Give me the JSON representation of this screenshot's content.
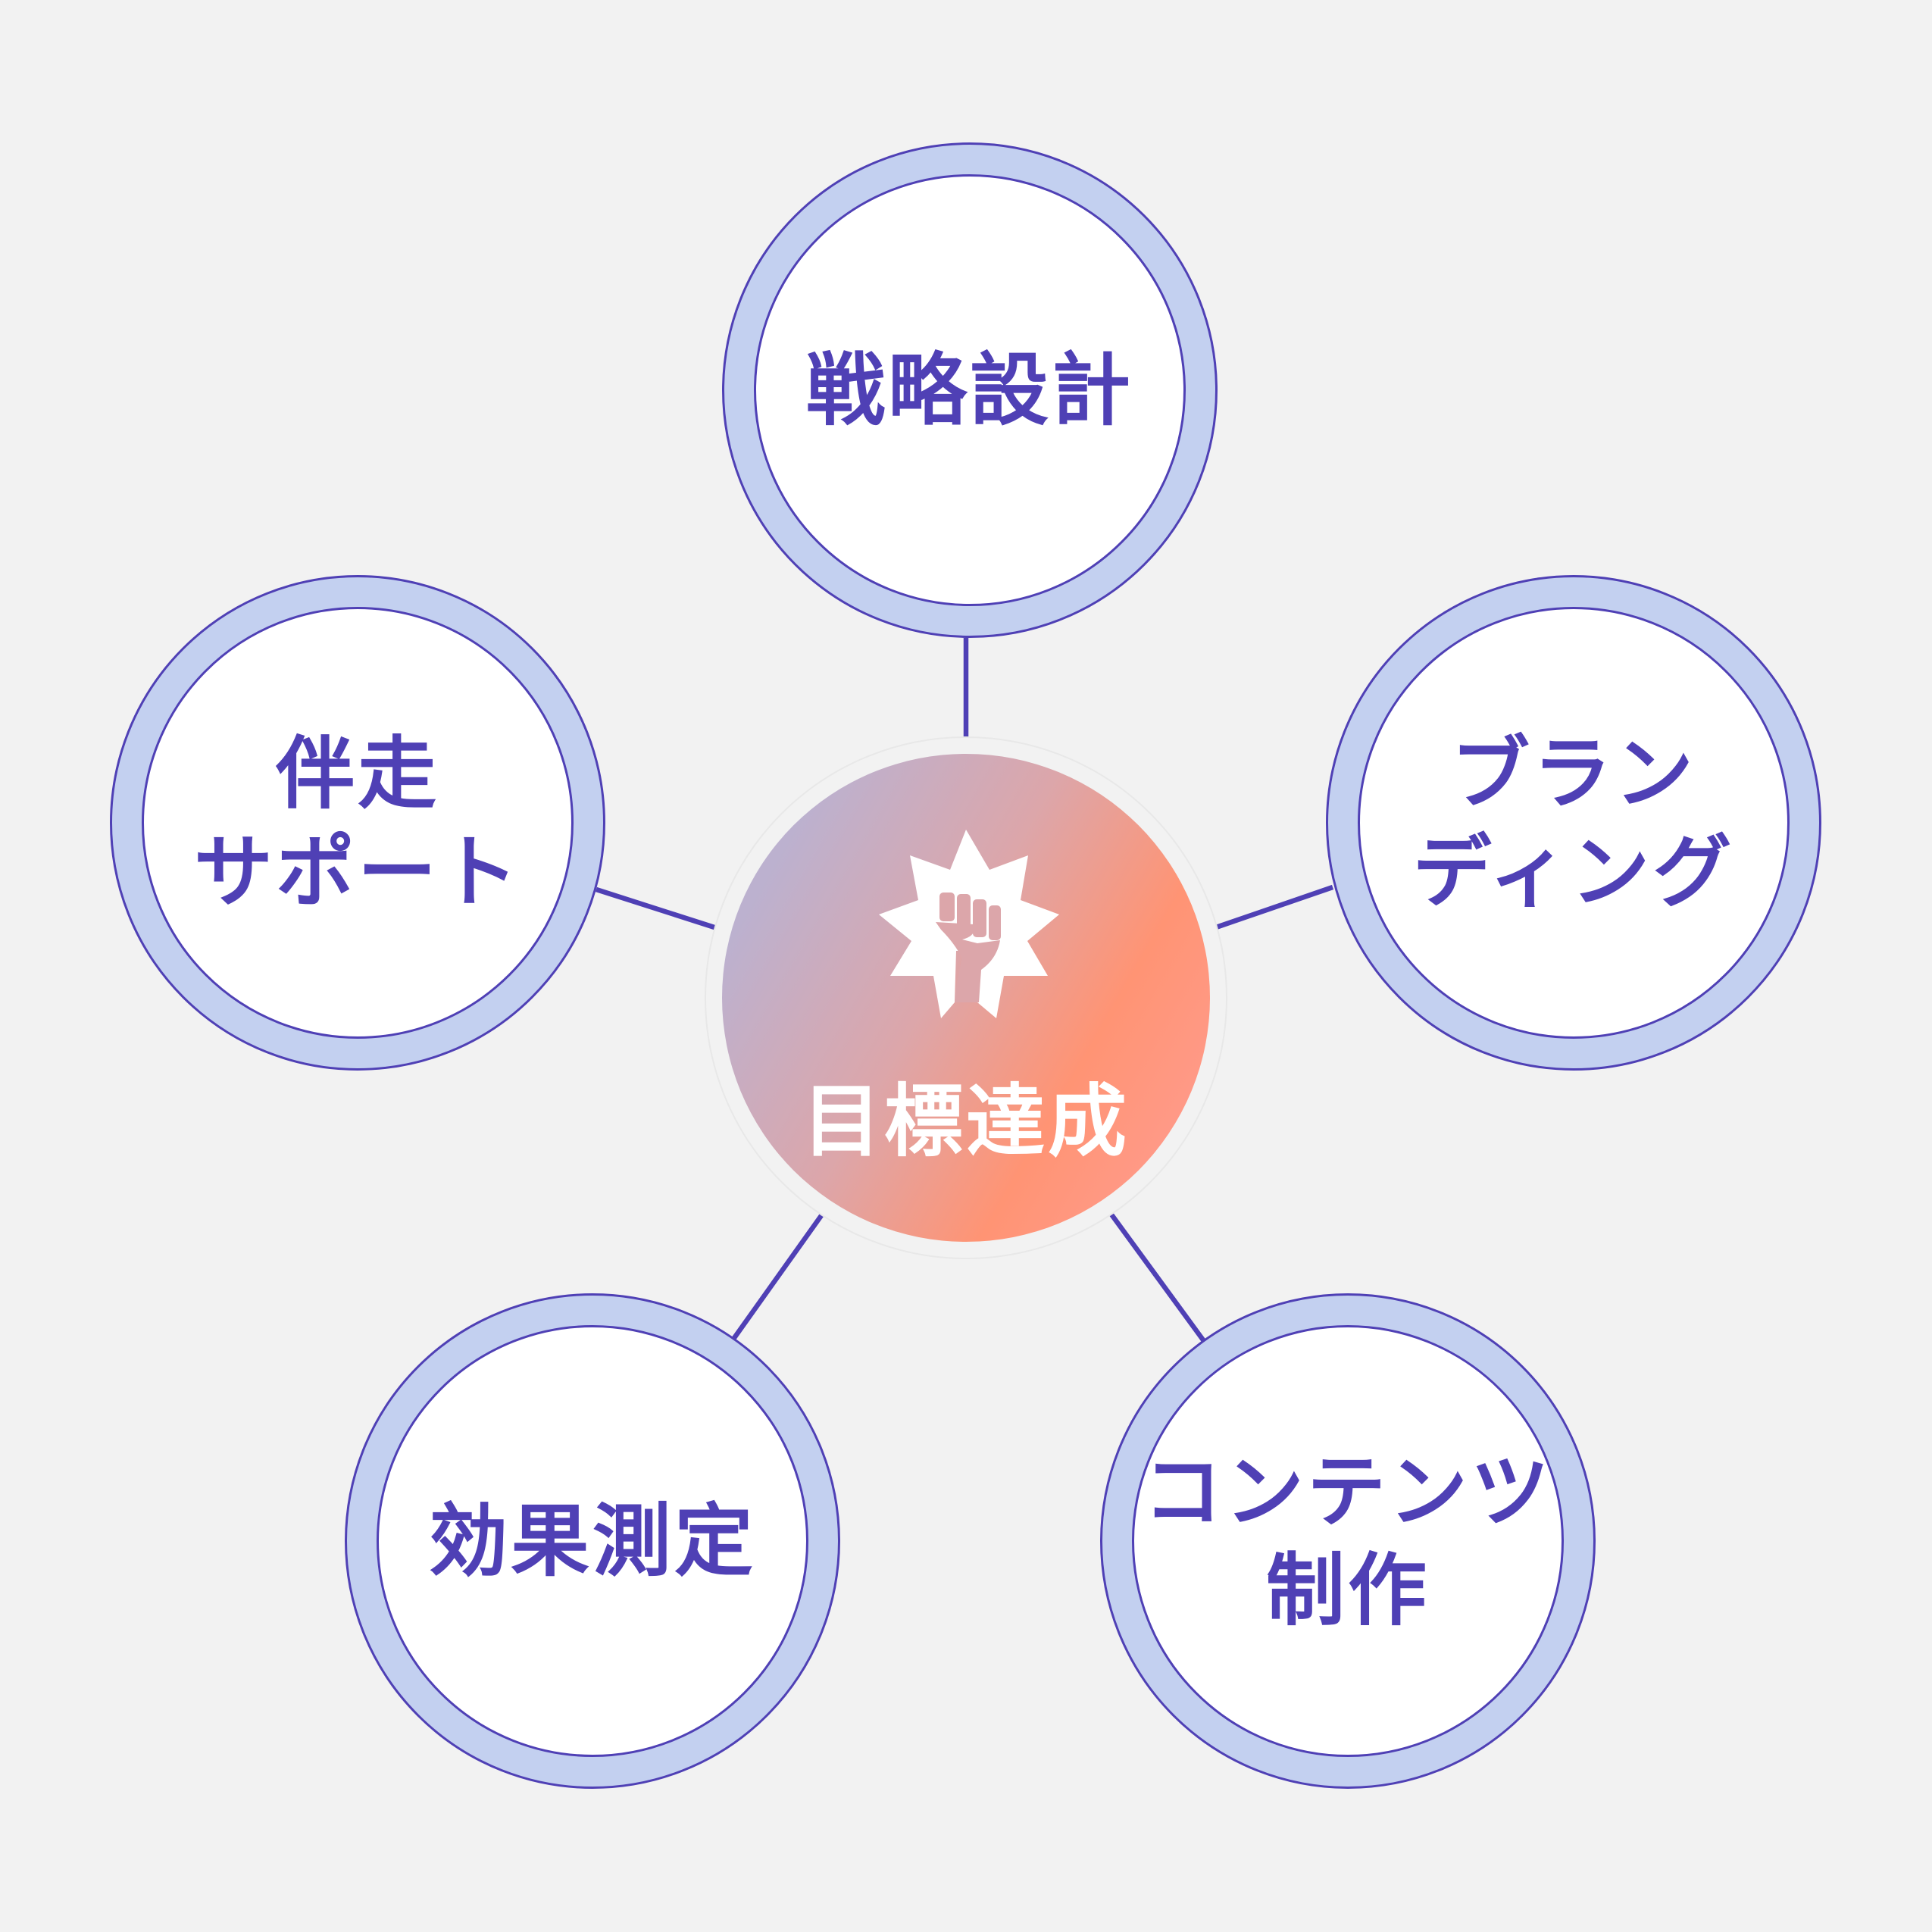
{
  "center": {
    "label": "目標達成",
    "icon": "raised-fist-icon"
  },
  "nodes": [
    {
      "lines": [
        "戦略設計"
      ]
    },
    {
      "lines": [
        "ブラン",
        "ディング"
      ]
    },
    {
      "lines": [
        "コンテンツ",
        "制作"
      ]
    },
    {
      "lines": [
        "効果測定"
      ]
    },
    {
      "lines": [
        "伴走",
        "サポート"
      ]
    }
  ],
  "colors": {
    "accent": "#4f40b5",
    "ring": "#c3d0f0",
    "background": "#f2f2f2"
  }
}
